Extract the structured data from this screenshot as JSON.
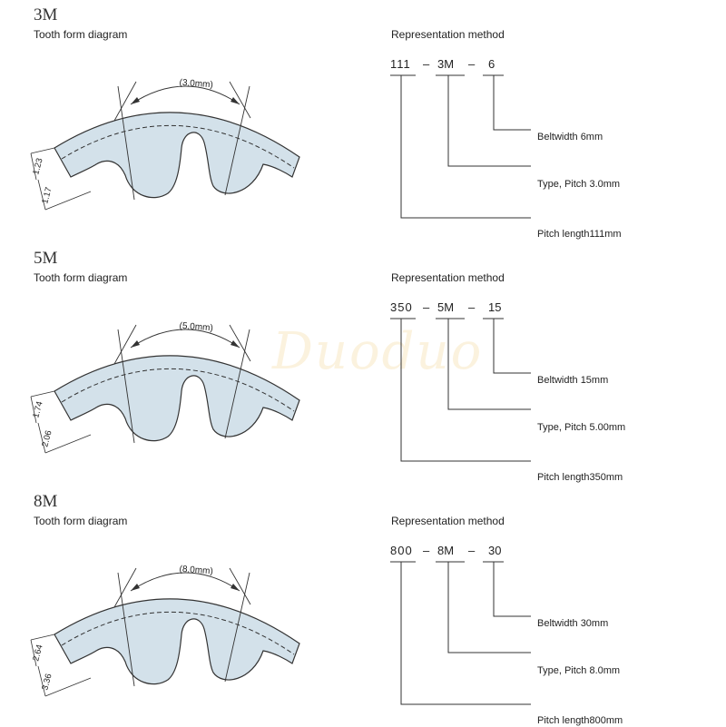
{
  "watermark": "Duoduo",
  "sections": [
    {
      "code": "3M",
      "diagram_label": "Tooth form diagram",
      "pitch_dim": "(3.0mm)",
      "dim_a": "1.23",
      "dim_b": "1.17",
      "rep_title": "Representation method",
      "rep_length": "111",
      "rep_type": "3M",
      "rep_width": "6",
      "label_width": "Beltwidth 6mm",
      "label_type": "Type, Pitch 3.0mm",
      "label_length": "Pitch length111mm"
    },
    {
      "code": "5M",
      "diagram_label": "Tooth form diagram",
      "pitch_dim": "(5.0mm)",
      "dim_a": "1.74",
      "dim_b": "2.06",
      "rep_title": "Representation method",
      "rep_length": "350",
      "rep_type": "5M",
      "rep_width": "15",
      "label_width": "Beltwidth 15mm",
      "label_type": "Type, Pitch 5.00mm",
      "label_length": "Pitch length350mm"
    },
    {
      "code": "8M",
      "diagram_label": "Tooth form diagram",
      "pitch_dim": "(8.0mm)",
      "dim_a": "2.64",
      "dim_b": "3.36",
      "rep_title": "Representation method",
      "rep_length": "800",
      "rep_type": "8M",
      "rep_width": "30",
      "label_width": "Beltwidth 30mm",
      "label_type": "Type, Pitch 8.0mm",
      "label_length": "Pitch length800mm"
    }
  ]
}
